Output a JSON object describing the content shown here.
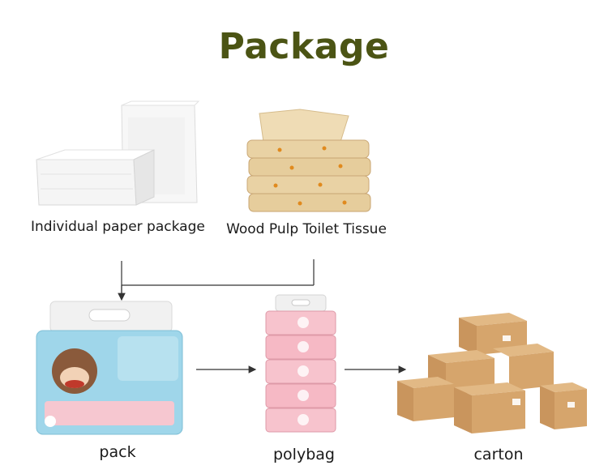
{
  "title": "Package",
  "colors": {
    "title": "#4b5414",
    "arrow": "#333333",
    "tissue_white": "#f4f4f4",
    "pulp": "#e8cfa0",
    "carton": "#d5a66e",
    "pack_blue": "#8fd0e6",
    "polybag_pink": "#f3a7b6"
  },
  "steps": {
    "individual": "Individual paper package",
    "wood_pulp": "Wood Pulp Toilet Tissue",
    "pack": "pack",
    "polybag": "polybag",
    "carton": "carton"
  },
  "icons": {
    "individual": "white-tissue-stack-icon",
    "wood_pulp": "pulp-tissue-stack-icon",
    "pack": "tissue-pack-icon",
    "polybag": "polybag-stack-icon",
    "carton": "carton-boxes-icon"
  }
}
